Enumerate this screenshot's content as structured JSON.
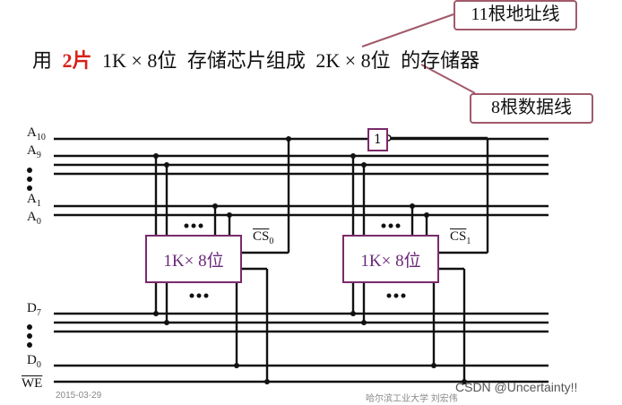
{
  "heading": {
    "prefix": "用",
    "count": "2片",
    "chip_spec": "1K × 8位",
    "middle": "存储芯片组成",
    "target_spec": "2K × 8位",
    "suffix": "的存储器"
  },
  "callouts": {
    "address_lines": "11根地址线",
    "data_lines": "8根数据线"
  },
  "signals": {
    "a10": "A",
    "a10_sub": "10",
    "a9": "A",
    "a9_sub": "9",
    "a1": "A",
    "a1_sub": "1",
    "a0": "A",
    "a0_sub": "0",
    "d7": "D",
    "d7_sub": "7",
    "d0": "D",
    "d0_sub": "0",
    "we": "WE",
    "cs0": "CS",
    "cs0_sub": "0",
    "cs1": "CS",
    "cs1_sub": "1"
  },
  "chips": {
    "chip0_label": "1K× 8位",
    "chip1_label": "1K× 8位"
  },
  "inverter_label": "1",
  "footer": {
    "date": "2015-03-29",
    "school": "哈尔滨工业大学  刘宏伟",
    "watermark": "CSDN @Uncertainty!!"
  }
}
